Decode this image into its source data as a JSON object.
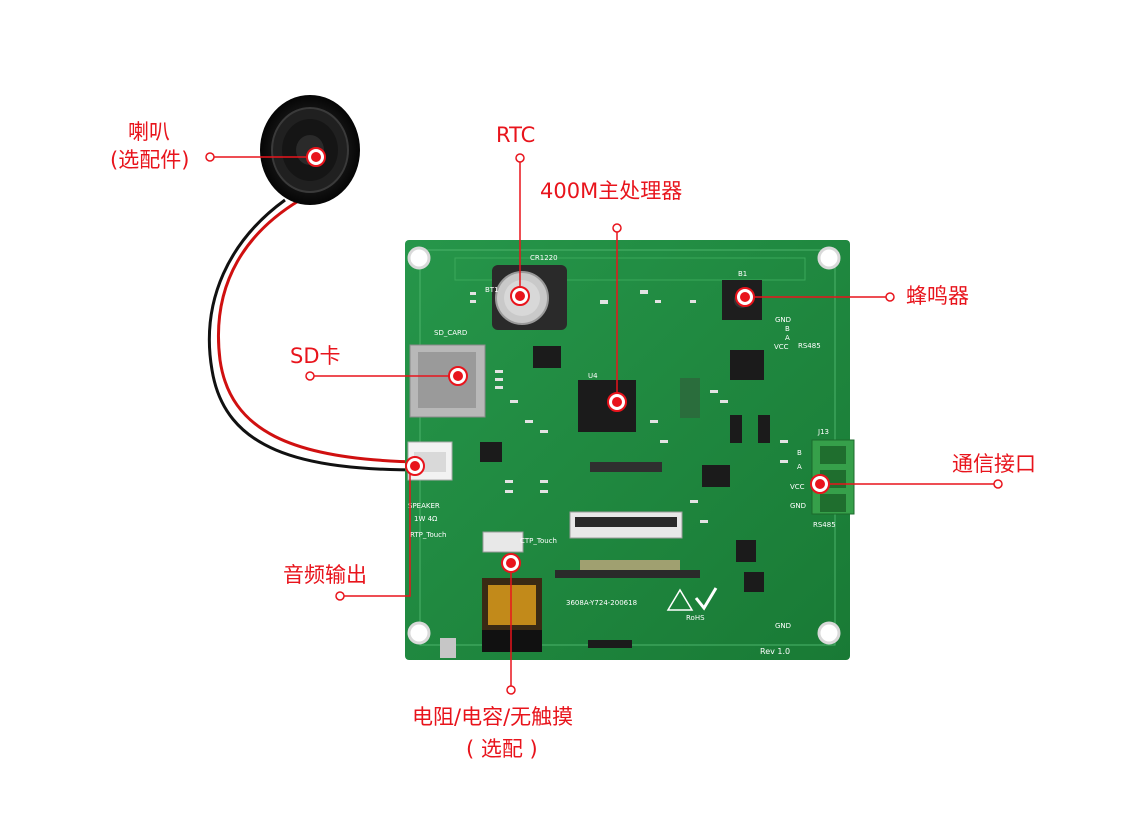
{
  "labels": {
    "speaker_line1": "喇叭",
    "speaker_line2": "(选配件)",
    "rtc": "RTC",
    "cpu": "400M主处理器",
    "buzzer": "蜂鸣器",
    "sd": "SD卡",
    "comm": "通信接口",
    "audio": "音频输出",
    "touch_line1": "电阻/电容/无触摸",
    "touch_line2": "( 选配 )"
  },
  "silkscreen": {
    "battery": "CR1220",
    "sd_card": "SD_CARD",
    "rs485_top": "RS485",
    "rs485_bottom": "RS485",
    "gnd_top": "GND",
    "b_top": "B",
    "a_top": "A",
    "vcc_top": "VCC",
    "b_bot": "B",
    "a_bot": "A",
    "vcc_bot": "VCC",
    "gnd_bot": "GND",
    "speaker": "SPEAKER",
    "watt": "1W 4Ω",
    "rtp_touch": "RTP_Touch",
    "ctp_touch": "CTP_Touch",
    "rohs": "RoHS",
    "rev": "Rev 1.0",
    "part_no": "3608A-Y724-200618",
    "gnd_corner": "GND",
    "j13": "J13",
    "u4": "U4",
    "bt1": "BT1",
    "b1": "B1"
  },
  "colors": {
    "label_red": "#e8141c",
    "pcb_green": "#1f8a3c",
    "pcb_dark": "#0f6a2a"
  }
}
